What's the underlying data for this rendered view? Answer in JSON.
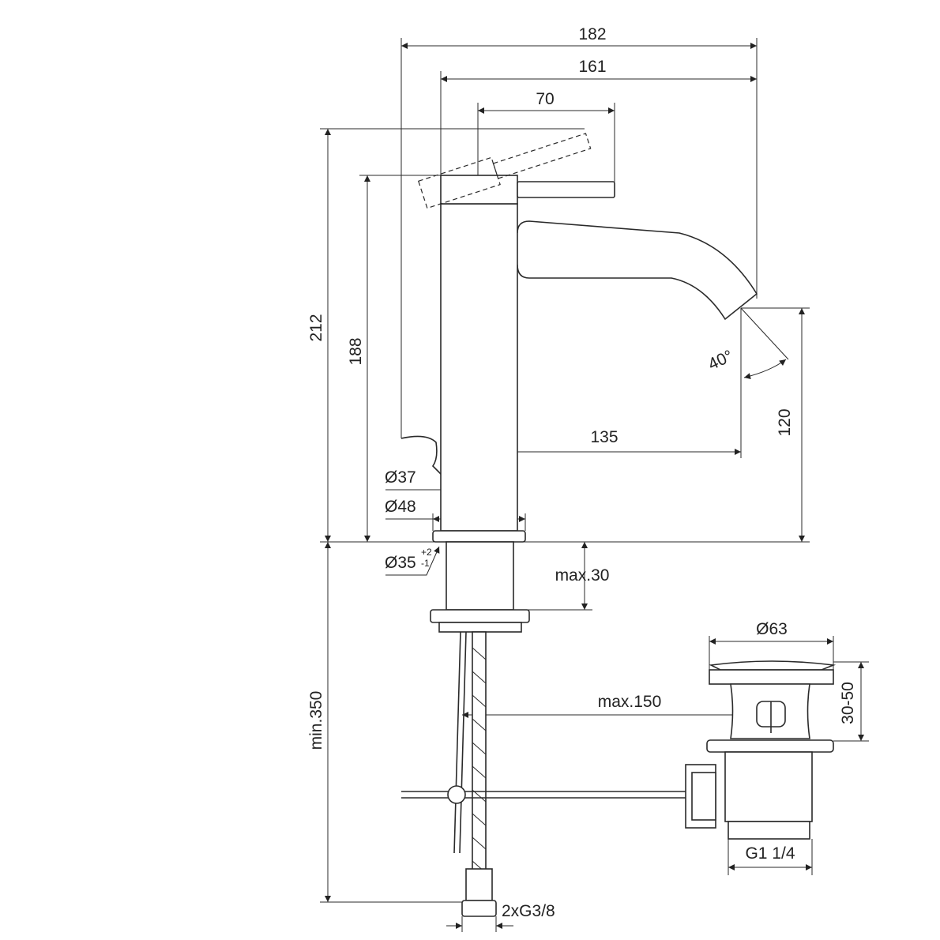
{
  "title": "Basin mixer dimension drawing",
  "dimensions": {
    "overall_length": "182",
    "spout_reach": "161",
    "lever_length": "70",
    "total_height": "212",
    "body_height": "188",
    "spout_height": "120",
    "spout_projection": "135",
    "spout_angle": "40°",
    "body_diameter": "Ø37",
    "base_diameter": "Ø48",
    "hole_diameter": "Ø35",
    "hole_tol_plus": "+2",
    "hole_tol_minus": "-1",
    "max_deck": "max.30",
    "min_clearance": "min.350",
    "max_rod": "max.150",
    "waste_diameter": "Ø63",
    "waste_range": "30-50",
    "waste_thread": "G1 1/4",
    "supply_thread": "2xG3/8"
  }
}
